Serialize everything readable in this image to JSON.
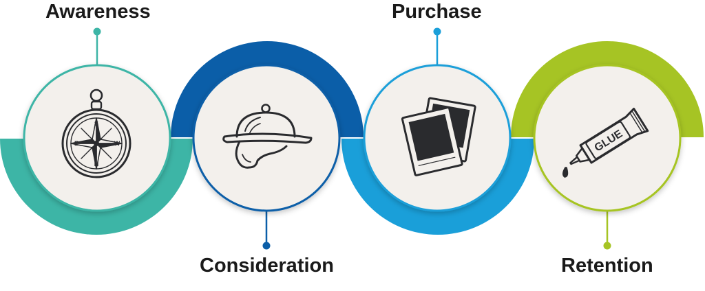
{
  "stages": [
    {
      "id": "awareness",
      "label": "Awareness",
      "icon": "compass-icon",
      "compass_letters": [
        "S",
        "E",
        "W",
        "N"
      ],
      "color": "#3db5a6"
    },
    {
      "id": "consideration",
      "label": "Consideration",
      "icon": "serving-cloche-icon",
      "color": "#0b5ea8"
    },
    {
      "id": "purchase",
      "label": "Purchase",
      "icon": "photos-icon",
      "color": "#1a9fd9"
    },
    {
      "id": "retention",
      "label": "Retention",
      "icon": "glue-tube-icon",
      "glue_text": "GLUE",
      "color": "#a6c424"
    }
  ],
  "colors": {
    "circle_fill": "#f3f0ec",
    "text": "#1a1a1a",
    "icon_ink": "#2a2b2e"
  }
}
